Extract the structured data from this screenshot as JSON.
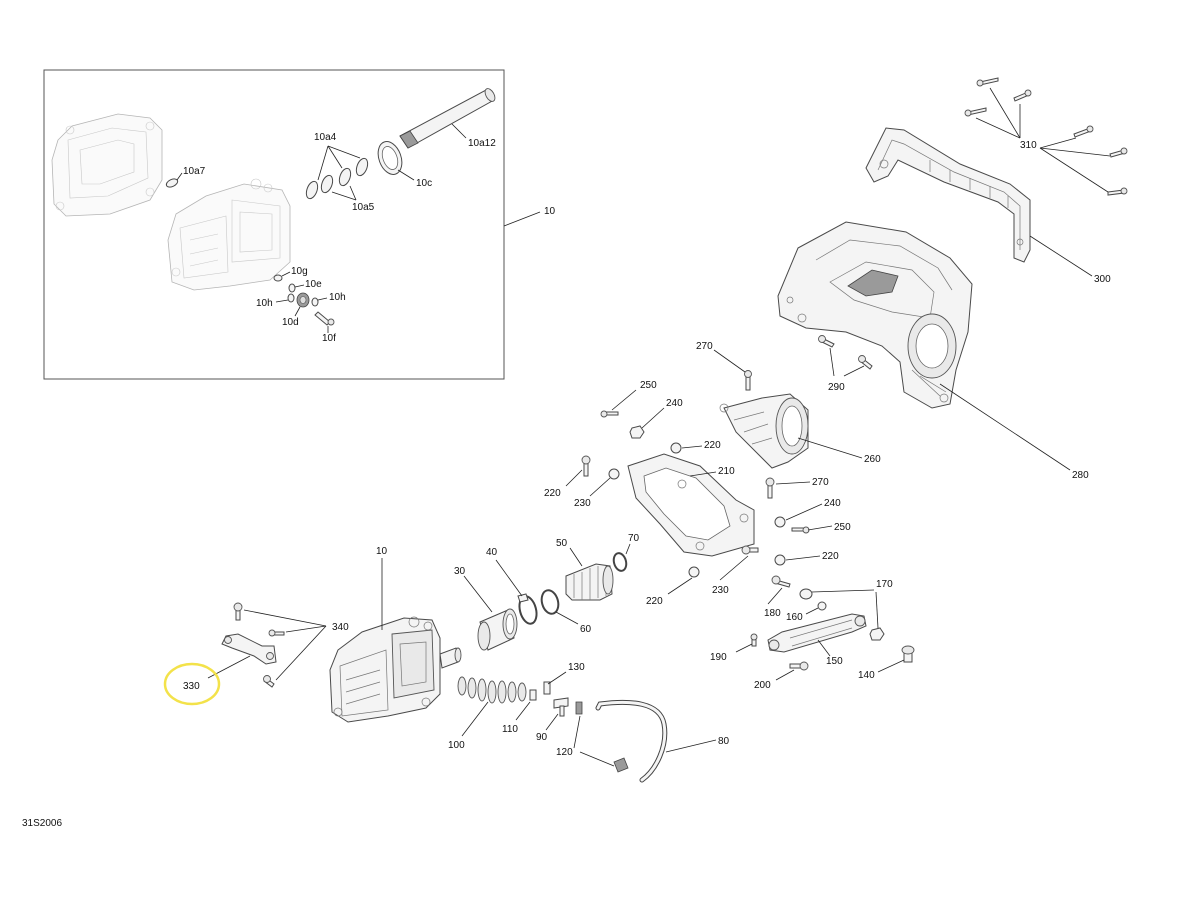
{
  "drawing_code": "31S2006",
  "highlight": {
    "label": "330",
    "color": "#f3e24a"
  },
  "callouts": {
    "c10a4": "10a4",
    "c10a7": "10a7",
    "c10a5": "10a5",
    "c10c": "10c",
    "c10a12": "10a12",
    "c10_inset": "10",
    "c10g": "10g",
    "c10e": "10e",
    "c10h_a": "10h",
    "c10h_b": "10h",
    "c10d": "10d",
    "c10f": "10f",
    "c310": "310",
    "c300": "300",
    "c280": "280",
    "c290": "290",
    "c270_a": "270",
    "c270_b": "270",
    "c250_a": "250",
    "c250_b": "250",
    "c240_a": "240",
    "c240_b": "240",
    "c220_a": "220",
    "c220_b": "220",
    "c220_c": "220",
    "c220_d": "220",
    "c230_a": "230",
    "c230_b": "230",
    "c210": "210",
    "c260": "260",
    "c10_main": "10",
    "c40": "40",
    "c50": "50",
    "c70": "70",
    "c30": "30",
    "c60": "60",
    "c180": "180",
    "c160": "160",
    "c170": "170",
    "c190": "190",
    "c150": "150",
    "c200": "200",
    "c140": "140",
    "c340": "340",
    "c330": "330",
    "c130": "130",
    "c110": "110",
    "c100": "100",
    "c90": "90",
    "c120": "120",
    "c80": "80"
  }
}
